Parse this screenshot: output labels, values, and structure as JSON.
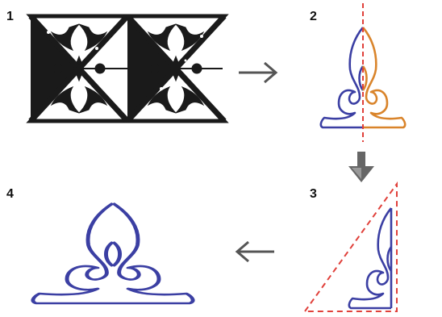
{
  "steps": [
    {
      "number": "1"
    },
    {
      "number": "2"
    },
    {
      "number": "3"
    },
    {
      "number": "4"
    }
  ],
  "colors": {
    "pattern_black": "#1a1a1a",
    "left_half_blue": "#3b3fa3",
    "right_half_orange": "#d9842b",
    "axis_red_dashed": "#e0403a",
    "triangle_red_dashed": "#e0403a",
    "arrow_gray": "#555555"
  },
  "icons": {
    "arrow_1_to_2": "arrow-right-icon",
    "arrow_2_to_3": "arrow-down-icon",
    "arrow_3_to_4": "arrow-left-icon"
  }
}
